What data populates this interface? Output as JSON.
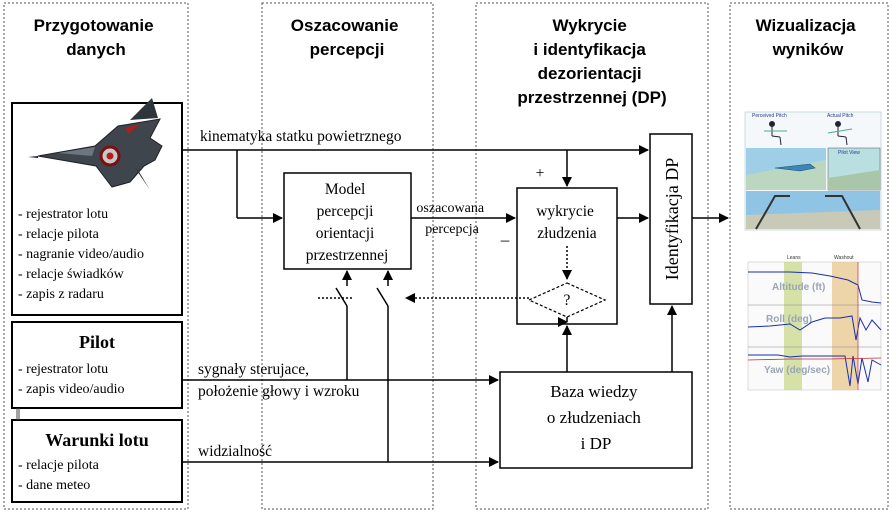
{
  "columns": {
    "data_prep": [
      "Przygotowanie",
      "danych"
    ],
    "perception": [
      "Oszacowanie",
      "percepcji"
    ],
    "detection": [
      "Wykrycie",
      "i identyfikacja",
      "dezorientacji",
      "przestrzennej (DP)"
    ],
    "visualization": [
      "Wizualizacja",
      "wyników"
    ]
  },
  "aircraft_sources": [
    "- rejestrator lotu",
    "- relacje pilota",
    "- nagranie video/audio",
    "- relacje świadków",
    "- zapis z radaru"
  ],
  "pilot": {
    "title": "Pilot",
    "items": [
      "- rejestrator lotu",
      "- zapis video/audio"
    ]
  },
  "flight_conditions": {
    "title": "Warunki lotu",
    "items": [
      "- relacje pilota",
      "- dane meteo"
    ]
  },
  "model_box": [
    "Model",
    "percepcji",
    "orientacji",
    "przestrzennej"
  ],
  "detect_box": [
    "wykrycie",
    "złudzenia"
  ],
  "knowledge_box": [
    "Baza wiedzy",
    "o złudzeniach",
    "i DP"
  ],
  "identification": "Identyfikacja DP",
  "decision_symbol": "?",
  "arrow_labels": {
    "kinematics": "kinematyka statku powietrznego",
    "estimated_perception": [
      "oszacowana",
      "percepcja"
    ],
    "control_signals": [
      "sygnały sterujace,",
      "położenie głowy i wzroku"
    ],
    "visibility": "widzialność",
    "plus": "+",
    "minus": "–"
  },
  "viz_panel_1": {
    "perceived": "Perceived Pitch",
    "actual": "Actual Pitch",
    "pilot_view": "Pilot View"
  },
  "viz_panel_2": {
    "top_labels": [
      "Leans",
      "Washout"
    ],
    "tracks": [
      "Altitude (ft)",
      "Roll (deg)",
      "Yaw (deg/sec)"
    ]
  },
  "colors": {
    "sky": "#8fc9e8",
    "ground": "#c5d9bb",
    "leans_band": "#c8d88a",
    "washout_band": "#e9c78e",
    "trace": "#1a2fa8"
  }
}
